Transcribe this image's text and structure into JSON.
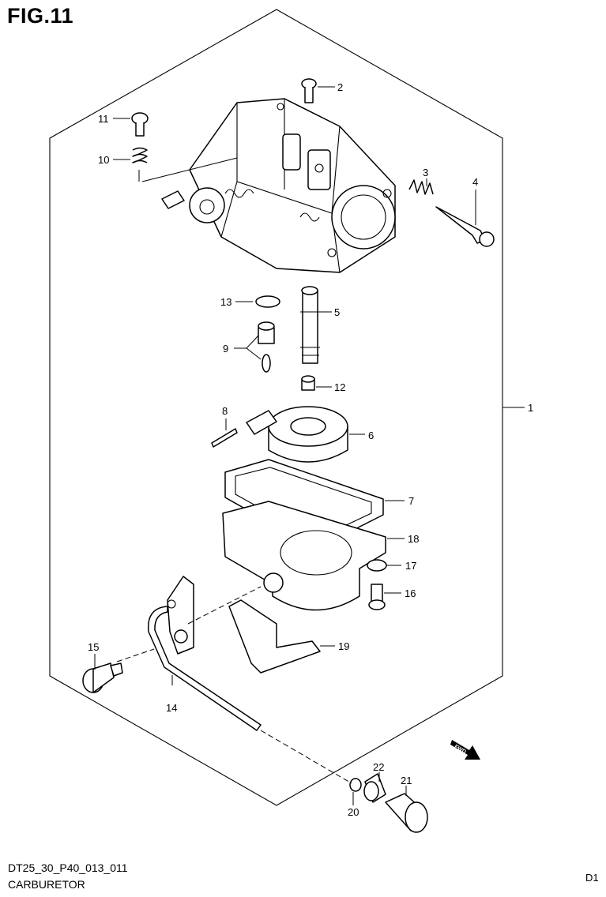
{
  "figure_title": "FIG.11",
  "drawing_code": "DT25_30_P40_013_011",
  "caption": "CARBURETOR",
  "sheet_mark": "D1",
  "fwd_label": "FWD",
  "callouts": [
    "1",
    "2",
    "3",
    "4",
    "5",
    "6",
    "7",
    "8",
    "9",
    "10",
    "11",
    "12",
    "13",
    "14",
    "15",
    "16",
    "17",
    "18",
    "19",
    "20",
    "21",
    "22"
  ]
}
